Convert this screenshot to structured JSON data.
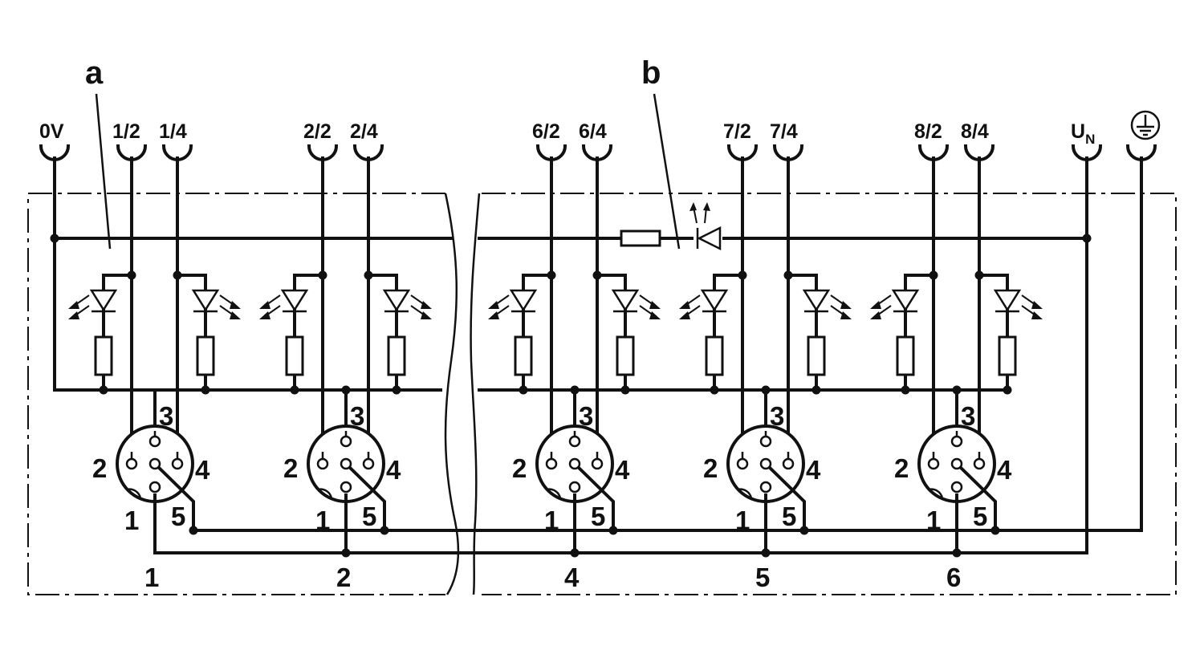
{
  "callouts": {
    "a": "a",
    "b": "b"
  },
  "terminals": {
    "t0v": "0V",
    "t12": "1/2",
    "t14": "1/4",
    "t22": "2/2",
    "t24": "2/4",
    "t62": "6/2",
    "t64": "6/4",
    "t72": "7/2",
    "t74": "7/4",
    "t82": "8/2",
    "t84": "8/4",
    "un_main": "U",
    "un_sub": "N"
  },
  "pins": {
    "p1": "1",
    "p2": "2",
    "p3": "3",
    "p4": "4",
    "p5": "5"
  },
  "slots": {
    "s1": "1",
    "s2": "2",
    "s4": "4",
    "s5": "5",
    "s6": "6"
  },
  "icons": {
    "ground": "protective-earth-icon",
    "led": "led-icon",
    "resistor": "resistor-icon"
  }
}
